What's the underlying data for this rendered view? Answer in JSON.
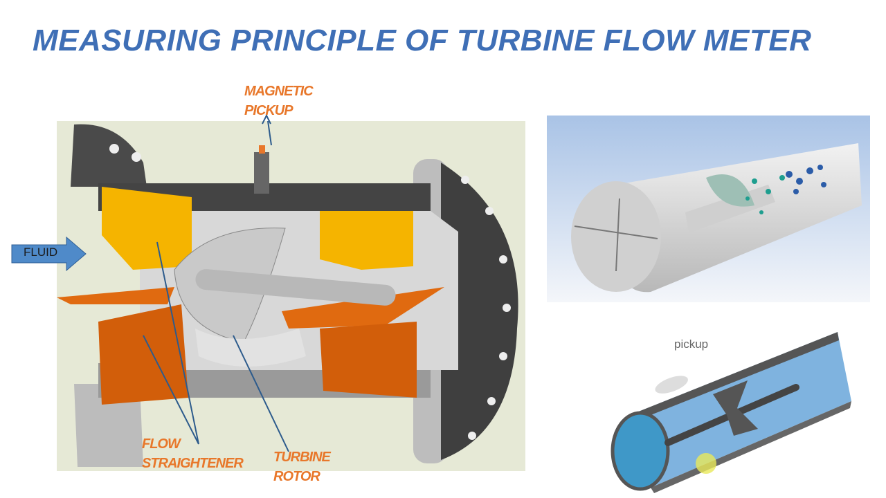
{
  "slide": {
    "title": "MEASURING PRINCIPLE OF TURBINE FLOW METER",
    "labels": {
      "magnetic_pickup": [
        "MAGNETIC",
        "PICKUP"
      ],
      "fluid": "FLUID",
      "flow_straightener": [
        "FLOW",
        "STRAIGHTENER"
      ],
      "turbine_rotor": [
        "TURBINE",
        "ROTOR"
      ],
      "pickup": "pickup"
    },
    "colors": {
      "title": "#3f6fb6",
      "label": "#e8772a",
      "arrow": "#4f8ac9"
    }
  }
}
